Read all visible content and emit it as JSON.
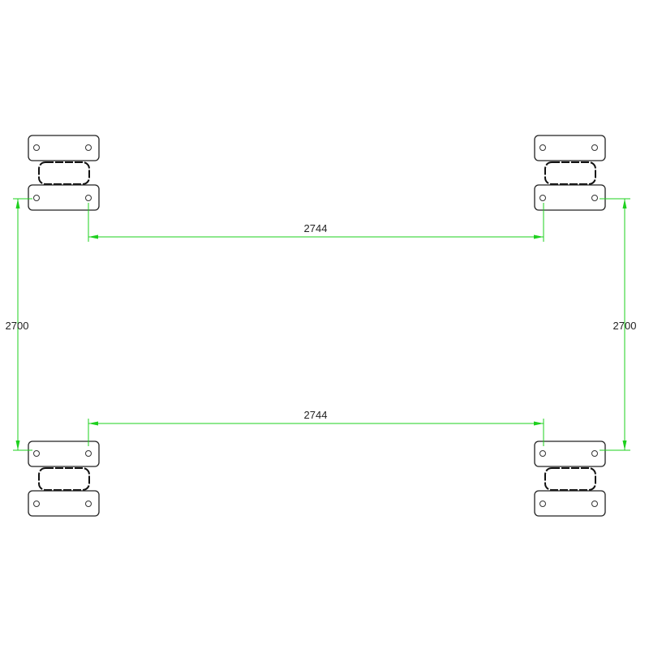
{
  "drawing": {
    "dimensions": {
      "top_horizontal": "2744",
      "bottom_horizontal": "2744",
      "left_vertical": "2700",
      "right_vertical": "2700"
    },
    "mounts": [
      "top-left",
      "top-right",
      "bottom-left",
      "bottom-right"
    ],
    "colors": {
      "dimension": "#1ed01e",
      "outline": "#222222"
    }
  }
}
